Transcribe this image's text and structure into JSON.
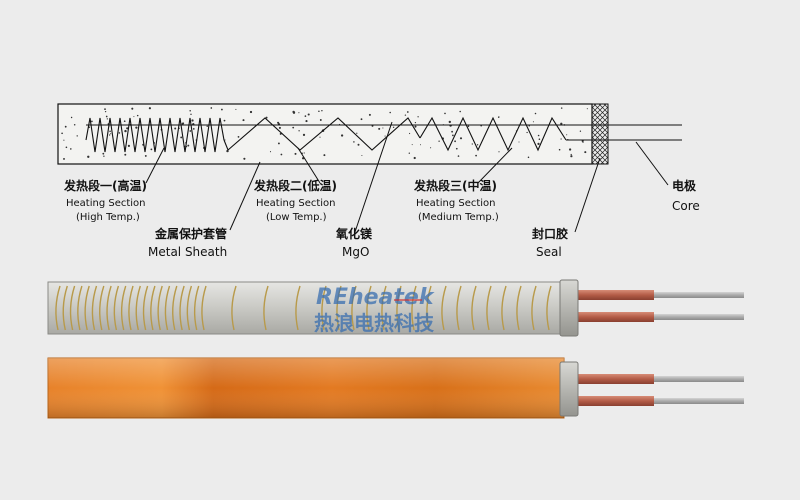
{
  "labels": {
    "section1": {
      "cn": "发热段一(高温)",
      "en1": "Heating Section",
      "en2": "(High Temp.)"
    },
    "section2": {
      "cn": "发热段二(低温)",
      "en1": "Heating Section",
      "en2": "(Low Temp.)"
    },
    "section3": {
      "cn": "发热段三(中温)",
      "en1": "Heating Section",
      "en2": "(Medium Temp.)"
    },
    "sheath": {
      "cn": "金属保护套管",
      "en": "Metal Sheath"
    },
    "mgo": {
      "cn": "氧化镁",
      "en": "MgO"
    },
    "seal": {
      "cn": "封口胶",
      "en": "Seal"
    },
    "core": {
      "cn": "电极",
      "en": "Core"
    }
  },
  "watermark": {
    "brand": "REheatek",
    "cn": "热浪电热科技"
  },
  "colors": {
    "background": "#ececec",
    "diagram_line": "#111111",
    "heater_glow": "#e8781c",
    "lead_wire": "#b85b4a",
    "watermark": "#3a6fb0"
  }
}
